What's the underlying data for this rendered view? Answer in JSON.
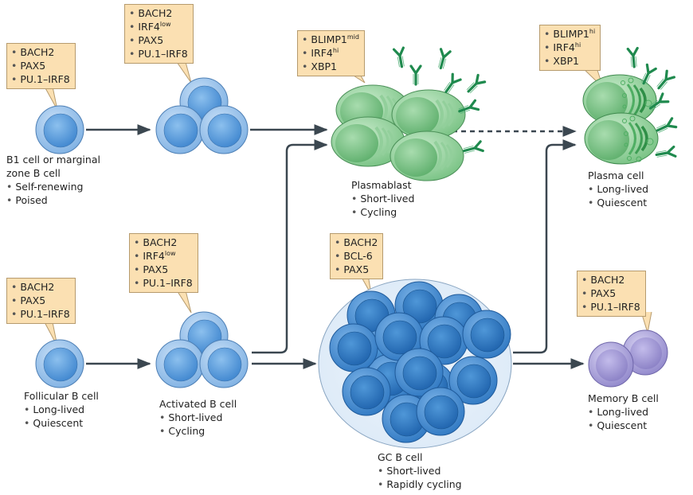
{
  "diagram": {
    "colors": {
      "naive_cell": "#7fb1e3",
      "gc_cell": "#3d88d0",
      "plasma_cell": "#7dc487",
      "memory_cell": "#9a90d0",
      "antibody": "#1f8a4e",
      "box_fill": "#fbe0b2",
      "arrow": "#3b4750"
    },
    "nodes": {
      "b1": {
        "factors": [
          {
            "name": "BACH2",
            "sup": ""
          },
          {
            "name": "PAX5",
            "sup": ""
          },
          {
            "name": "PU.1–IRF8",
            "sup": ""
          }
        ],
        "title": "B1 cell or marginal zone B cell",
        "title_line1": "B1 cell or marginal",
        "title_line2": "zone B cell",
        "properties": [
          "Self-renewing",
          "Poised"
        ]
      },
      "activated_top": {
        "factors": [
          {
            "name": "BACH2",
            "sup": ""
          },
          {
            "name": "IRF4",
            "sup": "low"
          },
          {
            "name": "PAX5",
            "sup": ""
          },
          {
            "name": "PU.1–IRF8",
            "sup": ""
          }
        ]
      },
      "plasmablast": {
        "factors": [
          {
            "name": "BLIMP1",
            "sup": "mid"
          },
          {
            "name": "IRF4",
            "sup": "hi"
          },
          {
            "name": "XBP1",
            "sup": ""
          }
        ],
        "title": "Plasmablast",
        "properties": [
          "Short-lived",
          "Cycling"
        ]
      },
      "plasma": {
        "factors": [
          {
            "name": "BLIMP1",
            "sup": "hi"
          },
          {
            "name": "IRF4",
            "sup": "hi"
          },
          {
            "name": "XBP1",
            "sup": ""
          }
        ],
        "title": "Plasma cell",
        "properties": [
          "Long-lived",
          "Quiescent"
        ]
      },
      "follicular": {
        "factors": [
          {
            "name": "BACH2",
            "sup": ""
          },
          {
            "name": "PAX5",
            "sup": ""
          },
          {
            "name": "PU.1–IRF8",
            "sup": ""
          }
        ],
        "title": "Follicular B cell",
        "properties": [
          "Long-lived",
          "Quiescent"
        ]
      },
      "activated": {
        "factors": [
          {
            "name": "BACH2",
            "sup": ""
          },
          {
            "name": "IRF4",
            "sup": "low"
          },
          {
            "name": "PAX5",
            "sup": ""
          },
          {
            "name": "PU.1–IRF8",
            "sup": ""
          }
        ],
        "title": "Activated B cell",
        "properties": [
          "Short-lived",
          "Cycling"
        ]
      },
      "gc": {
        "factors": [
          {
            "name": "BACH2",
            "sup": ""
          },
          {
            "name": "BCL-6",
            "sup": ""
          },
          {
            "name": "PAX5",
            "sup": ""
          }
        ],
        "title": "GC B cell",
        "properties": [
          "Short-lived",
          "Rapidly cycling"
        ]
      },
      "memory": {
        "factors": [
          {
            "name": "BACH2",
            "sup": ""
          },
          {
            "name": "PAX5",
            "sup": ""
          },
          {
            "name": "PU.1–IRF8",
            "sup": ""
          }
        ],
        "title": "Memory B cell",
        "properties": [
          "Long-lived",
          "Quiescent"
        ]
      }
    },
    "edges": [
      {
        "from": "b1",
        "to": "activated_top",
        "style": "solid"
      },
      {
        "from": "activated_top",
        "to": "plasmablast",
        "style": "solid"
      },
      {
        "from": "activated",
        "to": "plasmablast",
        "style": "solid"
      },
      {
        "from": "plasmablast",
        "to": "plasma",
        "style": "dashed"
      },
      {
        "from": "follicular",
        "to": "activated",
        "style": "solid"
      },
      {
        "from": "activated",
        "to": "gc",
        "style": "solid"
      },
      {
        "from": "gc",
        "to": "plasma",
        "style": "solid"
      },
      {
        "from": "gc",
        "to": "memory",
        "style": "solid"
      }
    ]
  }
}
